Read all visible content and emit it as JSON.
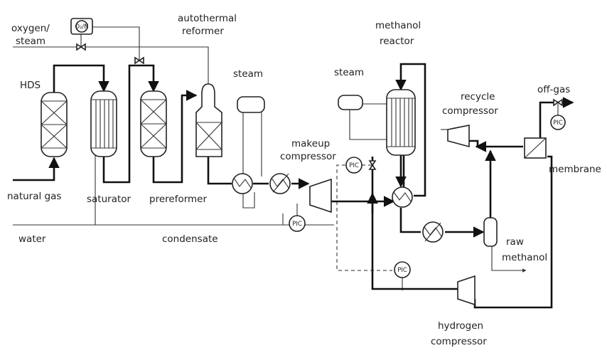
{
  "labels": {
    "oxygen_steam_1": "oxygen/",
    "oxygen_steam_2": "steam",
    "autothermal_1": "autothermal",
    "autothermal_2": "reformer",
    "methanol_reactor_1": "methanol",
    "methanol_reactor_2": "reactor",
    "hds": "HDS",
    "steam_left": "steam",
    "steam_right": "steam",
    "recycle_compressor_1": "recycle",
    "recycle_compressor_2": "compressor",
    "off_gas": "off-gas",
    "makeup_compressor_1": "makeup",
    "makeup_compressor_2": "compressor",
    "membrane": "membrane",
    "natural_gas": "natural gas",
    "saturator": "saturator",
    "prereformer": "prereformer",
    "water": "water",
    "condensate": "condensate",
    "raw_methanol_1": "raw",
    "raw_methanol_2": "methanol",
    "hydrogen_compressor_1": "hydrogen",
    "hydrogen_compressor_2": "compressor"
  },
  "instruments": {
    "analyzer": "O₂/N",
    "pic_makeup": "PIC",
    "pic_feed": "PIC",
    "pic_hydrogen": "PIC",
    "pic_offgas": "PIC"
  }
}
